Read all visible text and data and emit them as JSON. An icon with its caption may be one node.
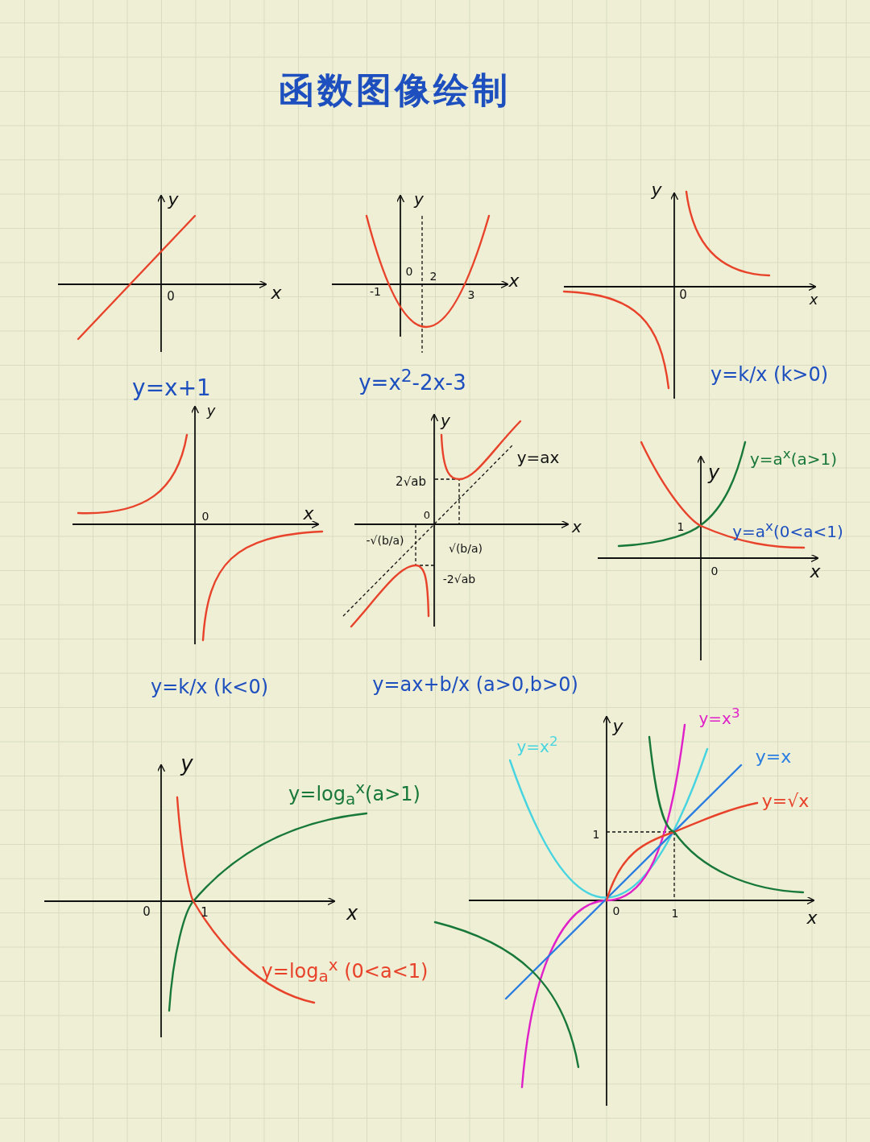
{
  "diagram": {
    "title": "函数图像绘制",
    "labels": [
      "y",
      "0",
      "x",
      "y=x+1",
      "y",
      "0",
      "2",
      "-1",
      "3",
      "x",
      "y=x$^{2}$-2x-3",
      "y",
      "0",
      "x",
      "y=k/x (k>0)",
      "y",
      "0",
      "x",
      "y=k/x (k<0)",
      "y",
      "y=ax",
      "2√ab",
      "0",
      "x",
      "-√(b/a)",
      "√(b/a)",
      "-2√ab",
      "y=ax+b/x (a>0,b>0)",
      "y=a$^{x}$(a>1)",
      "y",
      "1",
      "y=a$^{x}$(0<a<1)",
      "0",
      "x",
      "y",
      "y=log$_{a}$$^{x}$(a>1)",
      "0",
      "1",
      "x",
      "y=log$_{a}$$^{x}$ (0<a<1)",
      "y=x$^{3}$",
      "y",
      "y=x$^{2}$",
      "y=x",
      "y=√x",
      "1",
      "0",
      "1",
      "x"
    ]
  }
}
